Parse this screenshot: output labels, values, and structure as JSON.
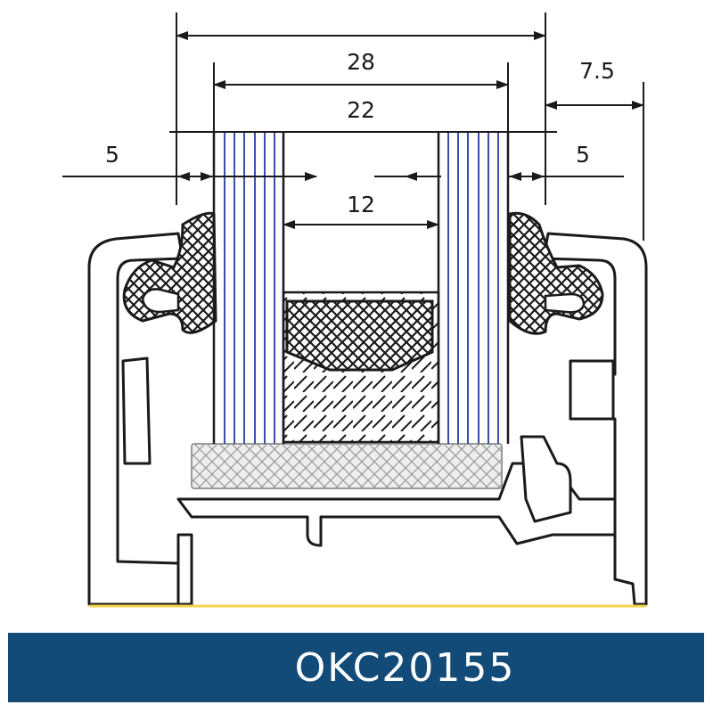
{
  "dimensions": {
    "overall": "28",
    "glass_span": "22",
    "cavity": "12",
    "left_gap": "5",
    "right_gap": "5",
    "rebate": "7.5"
  },
  "product_code": "OKC20155",
  "colors": {
    "banner": "#124a78",
    "glass_lines": "#3a4fa8",
    "outline": "#1a1a1a",
    "baseline": "#f2d64b"
  }
}
